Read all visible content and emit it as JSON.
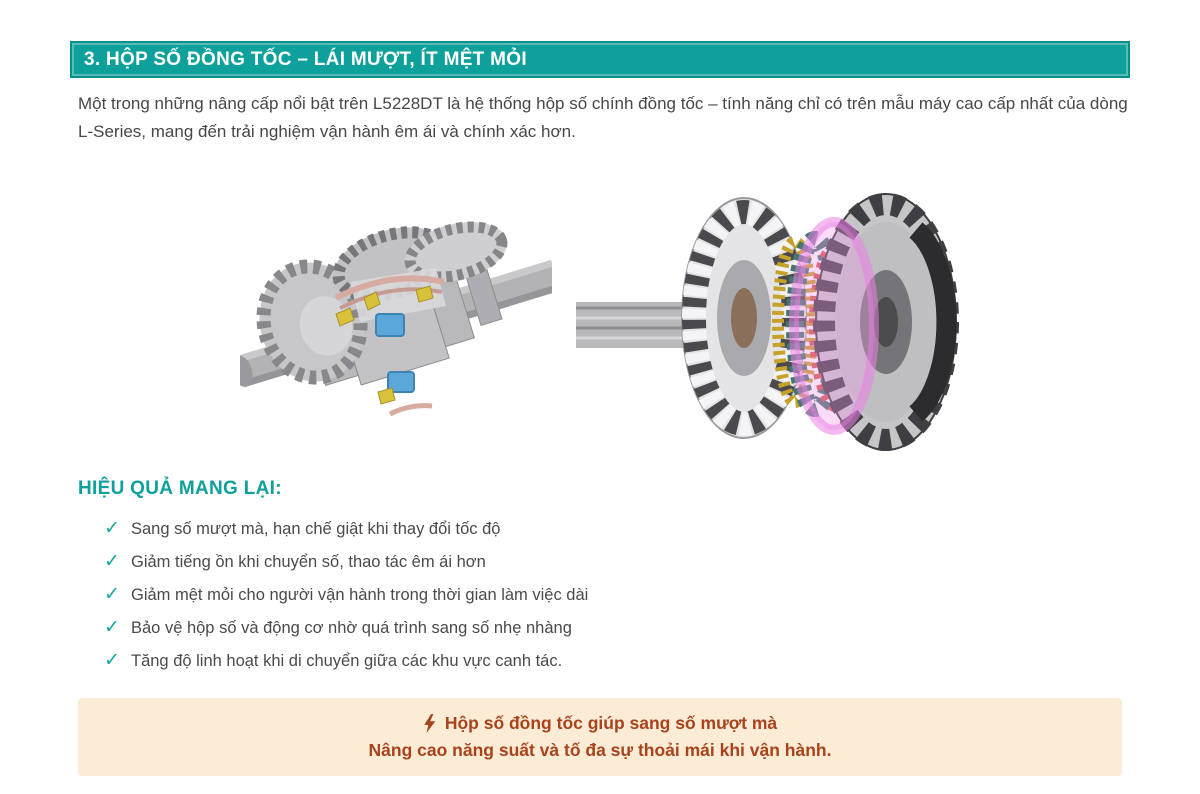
{
  "colors": {
    "accent_teal": "#0EA09A",
    "accent_teal_border": "#0B8F89",
    "check_teal": "#14A59E",
    "body_text": "#474747",
    "callout_bg": "#FCEBD5",
    "callout_text": "#A7431D"
  },
  "header": {
    "title": "3. HỘP SỐ ĐỒNG TỐC – LÁI MƯỢT, ÍT MỆT MỎI"
  },
  "intro": {
    "text": "Một trong những nâng cấp nổi bật trên L5228DT là hệ thống hộp số chính đồng tốc – tính năng chỉ có trên mẫu máy cao cấp nhất của dòng L-Series, mang đến trải nghiệm vận hành êm ái và chính xác hơn."
  },
  "figures": {
    "left": {
      "name": "gearbox-synchronizer-cutaway-illustration"
    },
    "right": {
      "name": "synchronizer-gear-assembly-3d-illustration"
    }
  },
  "benefits": {
    "heading": "HIỆU QUẢ MANG LẠI:",
    "check_glyph": "✓",
    "items": [
      "Sang số mượt mà, hạn chế giật khi thay đổi tốc độ",
      "Giảm tiếng ồn khi chuyển số, thao tác êm ái hơn",
      "Giảm mệt mỏi cho người vận hành trong thời gian làm việc dài",
      "Bảo vệ hộp số và động cơ nhờ quá trình sang số nhẹ nhàng",
      "Tăng độ linh hoạt khi di chuyển giữa các khu vực canh tác."
    ]
  },
  "callout": {
    "icon": "lightning-bolt-icon",
    "line1": "Hộp số đồng tốc giúp sang số mượt mà",
    "line2": "Nâng cao năng suất và tố đa sự thoải mái khi vận hành."
  }
}
